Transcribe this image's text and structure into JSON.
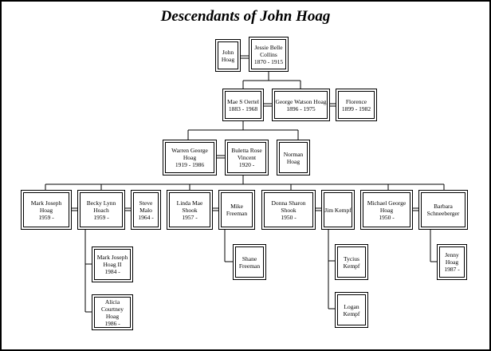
{
  "title": "Descendants of John Hoag",
  "people": {
    "john_hoag": {
      "name": "John Hoag",
      "dates": ""
    },
    "jessie_collins": {
      "name": "Jessie Belle Collins",
      "dates": "1870 - 1915"
    },
    "mae_oertel": {
      "name": "Mae S Oertel",
      "dates": "1883 - 1968"
    },
    "george_watson_hoag": {
      "name": "George Watson Hoag",
      "dates": "1896 - 1975"
    },
    "florence": {
      "name": "Florence",
      "dates": "1899 - 1982"
    },
    "warren_george_hoag": {
      "name": "Warren George Hoag",
      "dates": "1919 - 1986"
    },
    "buletta_vincent": {
      "name": "Buletta Rose Vincent",
      "dates": "1920 -"
    },
    "norman_hoag": {
      "name": "Norman Hoag",
      "dates": ""
    },
    "mark_joseph_hoag": {
      "name": "Mark Joseph Hoag",
      "dates": "1959 -"
    },
    "becky_hoag": {
      "name": "Becky Lynn Hoach",
      "dates": "1959 -"
    },
    "steve_malo": {
      "name": "Steve Malo",
      "dates": "1964 -"
    },
    "linda_shook": {
      "name": "Linda Mae Shook",
      "dates": "1957 -"
    },
    "mike_freeman": {
      "name": "Mike Freeman",
      "dates": ""
    },
    "donna_shook": {
      "name": "Donna Sharon Shook",
      "dates": "1950 -"
    },
    "jim_kempf": {
      "name": "Jim Kempf",
      "dates": ""
    },
    "michael_george_hoag": {
      "name": "Michael George Hoag",
      "dates": "1950 -"
    },
    "barbara_schneeberger": {
      "name": "Barbara Schneeberger",
      "dates": ""
    },
    "mark_joseph_hoag_ii": {
      "name": "Mark Joseph Hoag II",
      "dates": "1984 -"
    },
    "alicia_hoag": {
      "name": "Alicia Courtney Hoag",
      "dates": "1986 -"
    },
    "shane_freeman": {
      "name": "Shane Freeman",
      "dates": ""
    },
    "tycius_kempf": {
      "name": "Tycius Kempf",
      "dates": ""
    },
    "logan_kempf": {
      "name": "Logan Kempf",
      "dates": ""
    },
    "jenny_hoag": {
      "name": "Jenny Hoag",
      "dates": "1987 -"
    }
  }
}
